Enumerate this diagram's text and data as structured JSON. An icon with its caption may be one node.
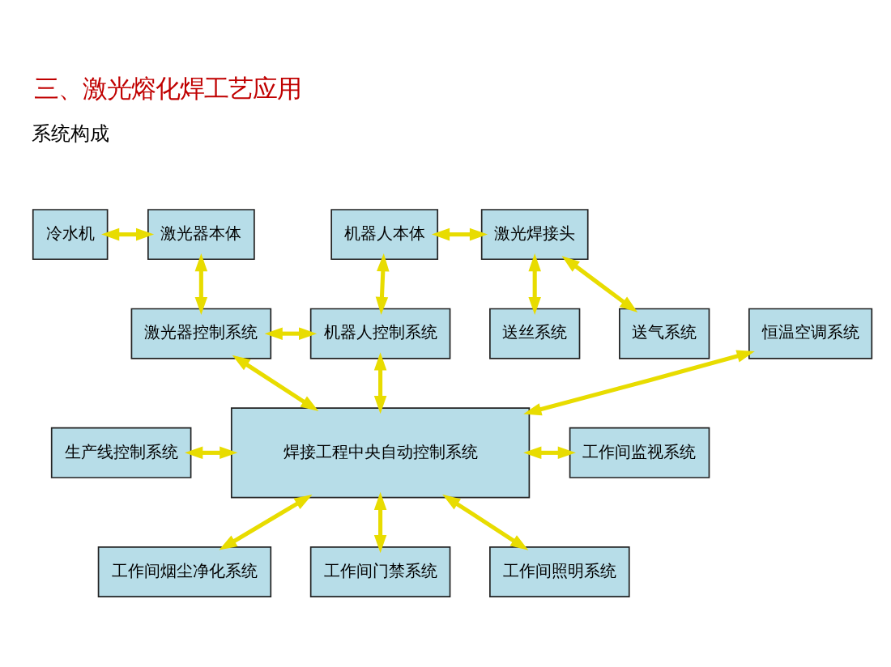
{
  "diagram": {
    "title": "三、激光熔化焊工艺应用",
    "nodes": [
      {
        "text": [
          "冷水机"
        ]
      },
      {
        "text": [
          "激光器本体"
        ]
      },
      {
        "text": [
          "机器人本体"
        ]
      },
      {
        "text": [
          "激光焊接头"
        ]
      },
      {
        "text": [
          "送丝系统"
        ]
      },
      {
        "text": [
          "送气系统"
        ]
      },
      {
        "text": [
          "激光器控制系统"
        ]
      },
      {
        "text": [
          "机器人控制系统"
        ]
      },
      {
        "text": [
          "恒温空调系统"
        ]
      },
      {
        "text": [
          "生产线控制系统"
        ]
      },
      {
        "text": [
          "焊接工程中央自动控制系统"
        ]
      },
      {
        "text": [
          "工作间监视系统"
        ]
      },
      {
        "text": [
          "工作间烟尘净化系统"
        ]
      },
      {
        "text": [
          "工作间门禁系统"
        ]
      },
      {
        "text": [
          "工作间照明系统"
        ]
      }
    ],
    "edges": [
      {
        "from": 0,
        "to": 1,
        "arrow": "both"
      },
      {
        "from": 2,
        "to": 3,
        "arrow": "both"
      },
      {
        "from": 3,
        "to": 4,
        "arrow": "both"
      },
      {
        "from": 3,
        "to": 5,
        "arrow": "both"
      },
      {
        "from": 1,
        "to": 6,
        "arrow": "both"
      },
      {
        "from": 2,
        "to": 7,
        "arrow": "both"
      },
      {
        "from": 6,
        "to": 7,
        "arrow": "both"
      },
      {
        "from": 6,
        "to": 10,
        "arrow": "both"
      },
      {
        "from": 7,
        "to": 10,
        "arrow": "both"
      },
      {
        "from": 10,
        "to": 8,
        "arrow": "both"
      },
      {
        "from": 9,
        "to": 10,
        "arrow": "both"
      },
      {
        "from": 10,
        "to": 11,
        "arrow": "both"
      },
      {
        "from": 10,
        "to": 12,
        "arrow": "both"
      },
      {
        "from": 10,
        "to": 13,
        "arrow": "both"
      },
      {
        "from": 10,
        "to": 14,
        "arrow": "both"
      }
    ],
    "labels": [
      "系统构成"
    ]
  }
}
